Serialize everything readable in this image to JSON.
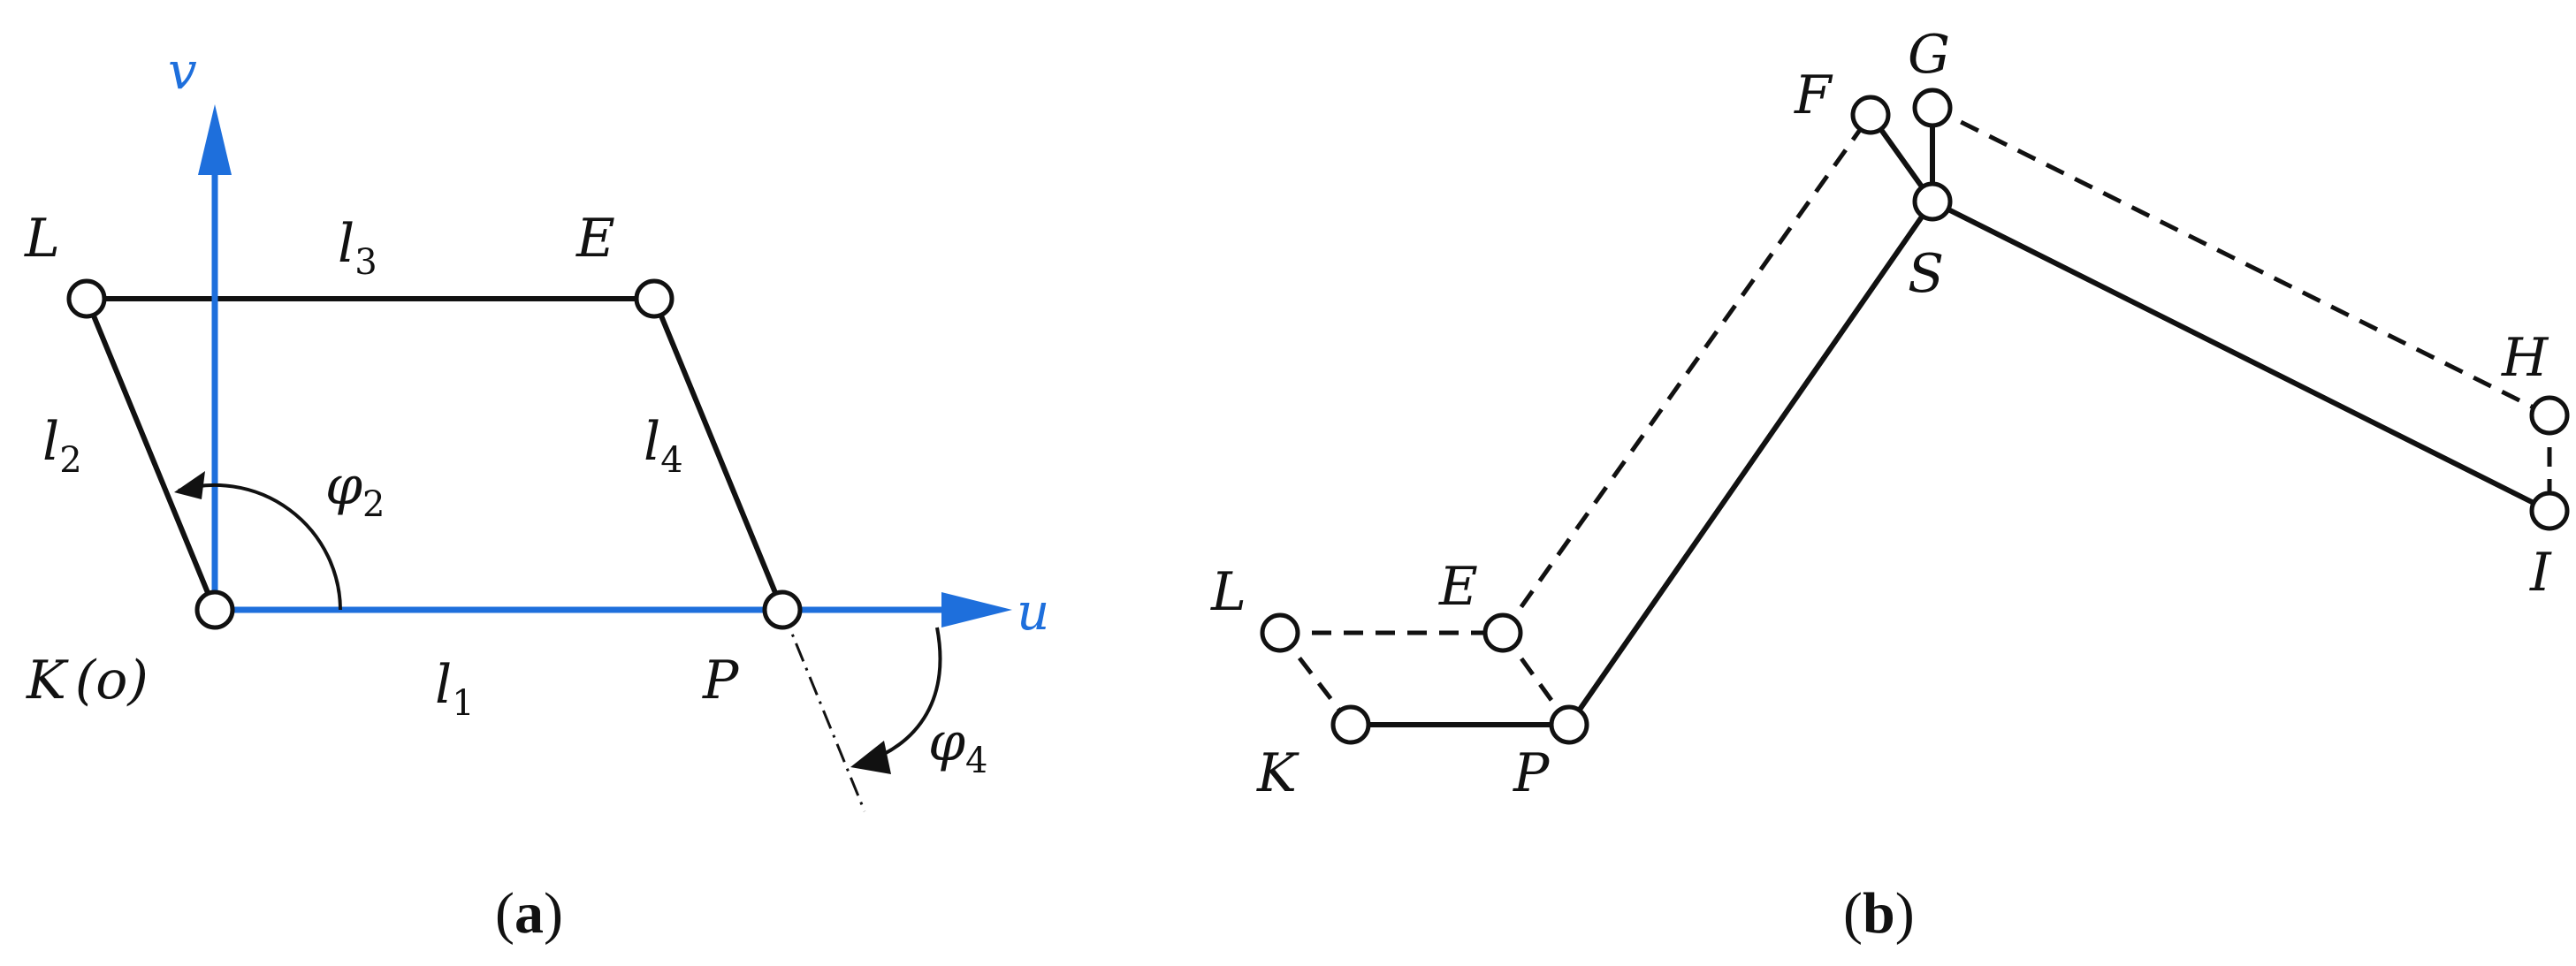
{
  "panel_a": {
    "axis_v": "v",
    "axis_u": "u",
    "point_L": "L",
    "point_E": "E",
    "point_K": "K",
    "point_K_suffix": "(o)",
    "point_P": "P",
    "link_l1": {
      "base": "l",
      "sub": "1"
    },
    "link_l2": {
      "base": "l",
      "sub": "2"
    },
    "link_l3": {
      "base": "l",
      "sub": "3"
    },
    "link_l4": {
      "base": "l",
      "sub": "4"
    },
    "angle_phi2": {
      "base": "φ",
      "sub": "2"
    },
    "angle_phi4": {
      "base": "φ",
      "sub": "4"
    },
    "caption": {
      "open": "(",
      "letter": "a",
      "close": ")"
    }
  },
  "panel_b": {
    "point_F": "F",
    "point_G": "G",
    "point_S": "S",
    "point_H": "H",
    "point_I": "I",
    "point_L": "L",
    "point_E": "E",
    "point_K": "K",
    "point_P": "P",
    "caption": {
      "open": "(",
      "letter": "b",
      "close": ")"
    }
  },
  "colors": {
    "axis_blue": "#1e6fdc",
    "line_black": "#111111"
  }
}
